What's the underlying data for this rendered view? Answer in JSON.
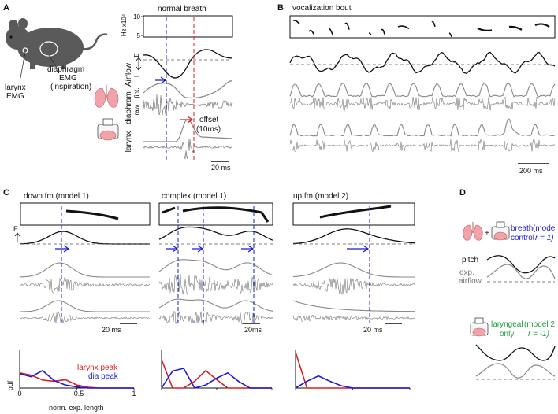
{
  "panel_labels": {
    "a": "A",
    "b": "B",
    "c": "C",
    "d": "D"
  },
  "panel_a": {
    "mouse_labels": {
      "larynx": [
        "larynx",
        "EMG"
      ],
      "diaphragm": [
        "diaphragm",
        "EMG",
        "(inspiration)"
      ]
    },
    "title": "normal breath",
    "hz_label": "Hz x10⁴",
    "hz_ticks": [
      "10",
      "5"
    ],
    "airflow_label": "Airflow",
    "airflow_e": "E",
    "airflow_i": "I",
    "diaphragm_label": "diaphram",
    "int_label": "∫int.",
    "raw_label": "raw",
    "larynx_label": "larynx",
    "offset_label": [
      "offset",
      "(10ms)"
    ],
    "scale_label": "20 ms"
  },
  "panel_b": {
    "title": "vocalization bout",
    "scale_label": "200 ms"
  },
  "panel_c": {
    "columns": [
      {
        "title": "down fm  (model 1)",
        "scale_label": "20 ms"
      },
      {
        "title": "complex  (model 1)",
        "scale_label": "20ms"
      },
      {
        "title": "up fm  (model 2)",
        "scale_label": "20 ms"
      }
    ],
    "e_label": "E",
    "pdf_label": "pdf",
    "x_axis_label": "norm. exp. length",
    "tick_labels": [
      "0",
      "0.5",
      "1"
    ],
    "legend": [
      {
        "label": "larynx peak",
        "color": "#e01b1b"
      },
      {
        "label": "dia peak",
        "color": "#1a1ad6"
      }
    ]
  },
  "panel_d": {
    "model1": [
      "breath",
      "control",
      "(model 1",
      "r = 1)"
    ],
    "pitch_label": "pitch",
    "airflow_label": [
      "exp.",
      "airflow"
    ],
    "model2": [
      "laryngeal",
      "only",
      "(model 2",
      "r = -1)"
    ]
  },
  "colors": {
    "red": "#e01b1b",
    "blue": "#1a1ad6",
    "green": "#1e9a3c",
    "gray": "#808080",
    "pink": "#f0a3a8"
  },
  "chart_data": [
    {
      "type": "line",
      "xlabel": "norm. exp. length",
      "ylabel": "pdf",
      "xlim": [
        0,
        1
      ],
      "x": [
        0,
        0.1,
        0.2,
        0.3,
        0.4,
        0.5,
        0.6,
        0.7,
        0.8,
        0.9,
        1.0
      ],
      "series": [
        {
          "name": "larynx peak",
          "values": [
            0.4,
            0.34,
            0.21,
            0.18,
            0.22,
            0.08,
            0.02,
            0.0,
            0.0,
            0.0,
            0.0
          ]
        },
        {
          "name": "dia peak",
          "values": [
            0.38,
            0.3,
            0.46,
            0.2,
            0.08,
            0.03,
            0.0,
            0.0,
            0.0,
            0.0,
            0.0
          ]
        }
      ]
    },
    {
      "type": "line",
      "xlabel": "",
      "ylabel": "",
      "xlim": [
        0,
        1
      ],
      "x": [
        0,
        0.1,
        0.2,
        0.3,
        0.4,
        0.5,
        0.6,
        0.7,
        0.8,
        0.9,
        1.0
      ],
      "series": [
        {
          "name": "",
          "values": [
            0.75,
            0.0,
            0.0,
            0.18,
            0.46,
            0.22,
            0.0,
            0.0,
            0.0,
            0.0,
            0.0
          ]
        },
        {
          "name": "",
          "values": [
            0.0,
            0.45,
            0.52,
            0.0,
            0.08,
            0.26,
            0.4,
            0.17,
            0.0,
            0.0,
            0.0
          ]
        }
      ]
    },
    {
      "type": "line",
      "xlabel": "",
      "ylabel": "",
      "xlim": [
        0,
        1
      ],
      "x": [
        0,
        0.1,
        0.2,
        0.3,
        0.4,
        0.5,
        0.6,
        0.7,
        0.8,
        0.9,
        1.0
      ],
      "series": [
        {
          "name": "",
          "values": [
            0.95,
            0.0,
            0.0,
            0.0,
            0.0,
            0.0,
            0.0,
            0.0,
            0.0,
            0.0,
            0.0
          ]
        },
        {
          "name": "",
          "values": [
            0.0,
            0.18,
            0.32,
            0.18,
            0.06,
            0.0,
            0.0,
            0.0,
            0.0,
            0.0,
            0.0
          ]
        }
      ]
    }
  ]
}
